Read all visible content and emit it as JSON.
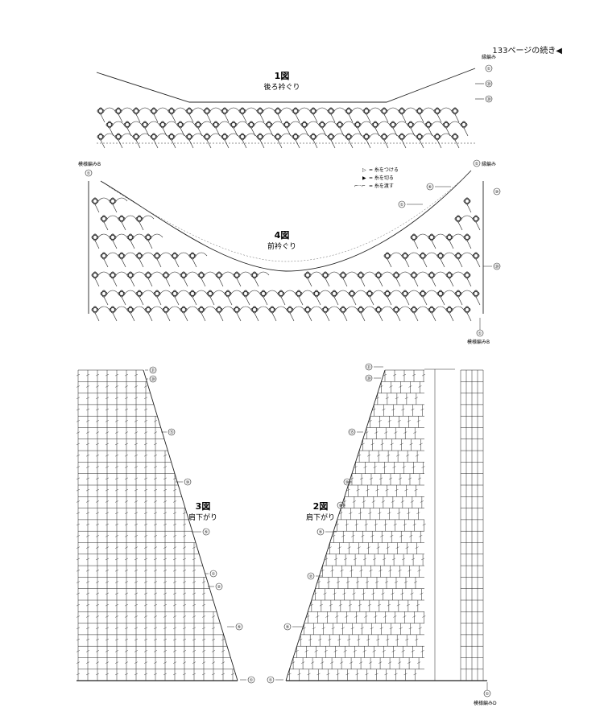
{
  "page_ref": "133ページの続き◀",
  "figures": {
    "fig1": {
      "title": "1図",
      "subtitle": "後ろ衿ぐり",
      "label_top": "縁編み",
      "markers": [
        "①",
        "⑳",
        "⑳"
      ]
    },
    "fig4": {
      "title": "4図",
      "subtitle": "前衿ぐり",
      "label_left_top": "模様編みB",
      "label_right_top": "縁編み",
      "label_bottom": "模様編みB",
      "legend": [
        "= 糸をつける",
        "= 糸を切る",
        "= 糸を渡す"
      ],
      "markers": [
        "①",
        "①",
        "⑥",
        "⑩",
        "⑳",
        "①",
        "①"
      ]
    },
    "fig3": {
      "title": "3図",
      "subtitle": "肩下がり",
      "markers": [
        "㉑",
        "⑳",
        "⑮",
        "⑩",
        "⑤",
        "①",
        "②",
        "⑤",
        "①"
      ]
    },
    "fig2": {
      "title": "2図",
      "subtitle": "肩下がり",
      "label_bottom": "模様編みD",
      "markers": [
        "㉑",
        "⑳",
        "⑮",
        "⑩",
        "⑥",
        "⑤",
        "②",
        "⑤",
        "①",
        "①"
      ]
    }
  },
  "colors": {
    "ink": "#222222",
    "paper": "#ffffff",
    "guide": "#666666"
  }
}
